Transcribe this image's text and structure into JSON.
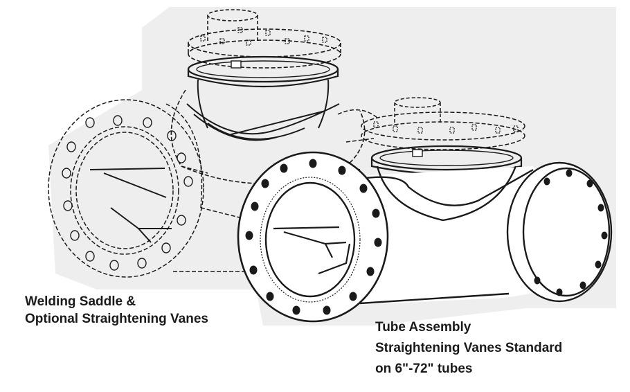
{
  "labels": {
    "saddle_line1": "Welding Saddle &",
    "saddle_line2": "Optional Straightening Vanes",
    "tube_line1": "Tube Assembly",
    "tube_line2": "Straightening Vanes Standard",
    "tube_line3": "on 6\"-72\" tubes"
  },
  "colors": {
    "ink": "#1a1a1a",
    "background_panel": "#eeeeee",
    "page": "#ffffff"
  }
}
